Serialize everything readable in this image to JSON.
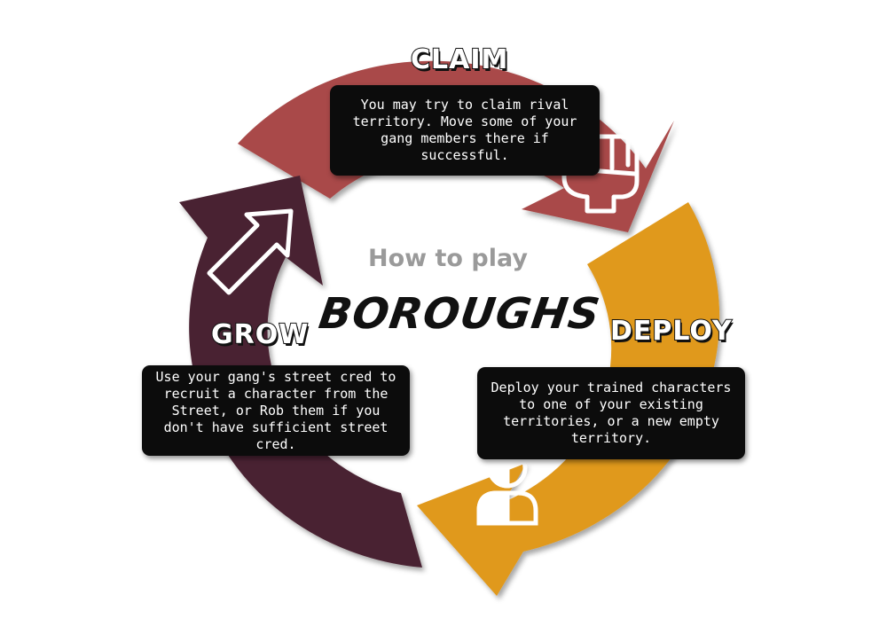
{
  "subtitle": "How to play",
  "game_title": "BOROUGHS",
  "stages": {
    "claim": {
      "title": "CLAIM",
      "text": "You may try to claim rival territory. Move some of your gang members there if successful.",
      "color": "#a94a48",
      "icon": "fist-icon"
    },
    "deploy": {
      "title": "DEPLOY",
      "text": "Deploy your trained characters to one of your existing territories, or a new empty territory.",
      "color": "#e0991f",
      "icon": "person-icon"
    },
    "grow": {
      "title": "GROW",
      "text": "Use your gang's street cred to recruit a character from the Street, or Rob them if you don't have sufficient street cred.",
      "color": "#4a2130",
      "icon": "arrow-up-right-icon"
    }
  }
}
